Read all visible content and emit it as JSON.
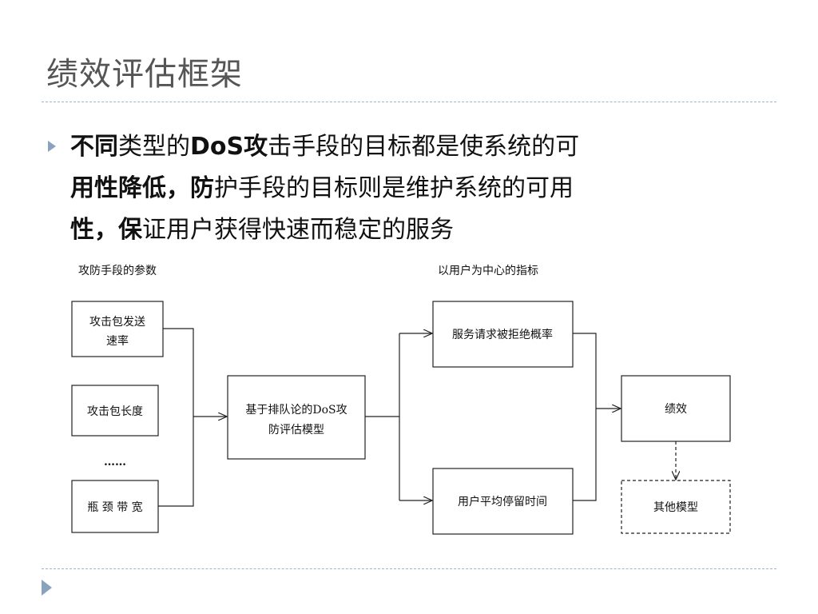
{
  "slide": {
    "title": "绩效评估框架",
    "bullet": {
      "segments": [
        {
          "text": "不同",
          "bold": true
        },
        {
          "text": "类型的",
          "bold": false
        },
        {
          "text": "DoS攻",
          "bold": true
        },
        {
          "text": "击手段的目标都是使系统的可",
          "bold": false
        },
        {
          "text": "用性降低，",
          "bold": true
        },
        {
          "text": "防",
          "bold": true
        },
        {
          "text": "护手段的目标则是维护系统的可用",
          "bold": false
        },
        {
          "text": "性，",
          "bold": true
        },
        {
          "text": "保",
          "bold": true
        },
        {
          "text": "证用户获得快速而稳定的服务",
          "bold": false
        }
      ]
    }
  },
  "diagram": {
    "label_left": "攻防手段的参数",
    "label_right": "以用户为中心的指标",
    "param_rate_line1": "攻击包发送",
    "param_rate_line2": "速率",
    "param_length": "攻击包长度",
    "ellipsis": "……",
    "param_bandwidth": "瓶 颈 带 宽",
    "model_line1": "基于排队论的DoS攻",
    "model_line2": "防评估模型",
    "metric_reject": "服务请求被拒绝概率",
    "metric_wait": "用户平均停留时间",
    "performance": "绩效",
    "other_models": "其他模型"
  }
}
